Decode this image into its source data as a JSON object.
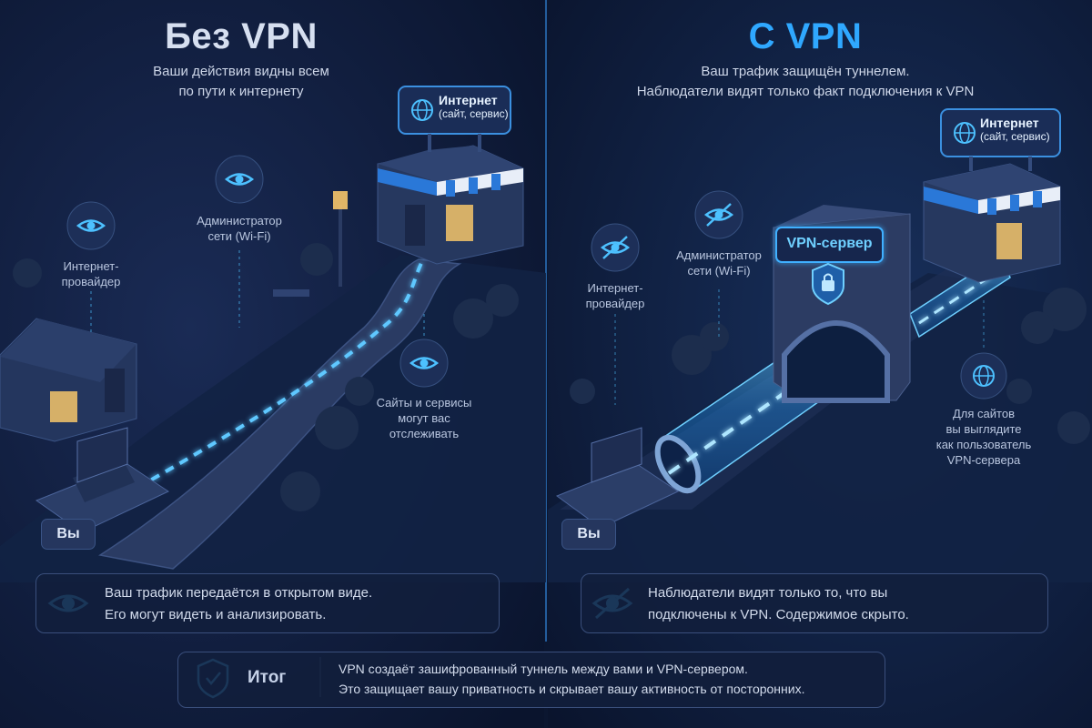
{
  "left_panel": {
    "title": "Без VPN",
    "subtitle_lines": [
      "Ваши действия видны всем",
      "по пути к интернету"
    ],
    "internet_sign": {
      "line1": "Интернет",
      "line2": "(сайт, сервис)",
      "icon": "globe-icon"
    },
    "observers": [
      {
        "lines": [
          "Интернет-",
          "провайдер"
        ],
        "icon": "eye-icon"
      },
      {
        "lines": [
          "Администратор",
          "сети (Wi-Fi)"
        ],
        "icon": "eye-icon"
      },
      {
        "lines": [
          "Сайты и сервисы",
          "могут вас",
          "отслеживать"
        ],
        "icon": "eye-icon"
      }
    ],
    "you_label": "Вы",
    "info_lines": [
      "Ваш трафик передаётся в открытом виде.",
      "Его могут видеть и анализировать."
    ],
    "info_icon": "eye-icon"
  },
  "right_panel": {
    "title": "С VPN",
    "subtitle_lines": [
      "Ваш трафик защищён туннелем.",
      "Наблюдатели видят только факт подключения к VPN"
    ],
    "internet_sign": {
      "line1": "Интернет",
      "line2": "(сайт, сервис)",
      "icon": "globe-icon"
    },
    "vpn_server_label": "VPN-сервер",
    "observers": [
      {
        "lines": [
          "Интернет-",
          "провайдер"
        ],
        "icon": "eye-slash-icon"
      },
      {
        "lines": [
          "Администратор",
          "сети (Wi-Fi)"
        ],
        "icon": "eye-slash-icon"
      },
      {
        "lines": [
          "Для сайтов",
          "вы выглядите",
          "как пользователь",
          "VPN-сервера"
        ],
        "icon": "globe-icon"
      }
    ],
    "you_label": "Вы",
    "info_lines": [
      "Наблюдатели видят только то, что вы",
      "подключены к VPN. Содержимое скрыто."
    ],
    "info_icon": "eye-slash-icon"
  },
  "summary": {
    "title": "Итог",
    "icon": "shield-check-icon",
    "lines": [
      "VPN создаёт зашифрованный туннель между вами и VPN-сервером.",
      "Это защищает вашу приватность и скрывает вашу активность от посторонних."
    ]
  },
  "colors": {
    "background": "#0b1630",
    "title_left": "#d6dff0",
    "title_right": "#2fa8ff",
    "accent": "#2fb6ff",
    "tunnel": "#3ab4ff",
    "window_light": "#f6c56a"
  }
}
